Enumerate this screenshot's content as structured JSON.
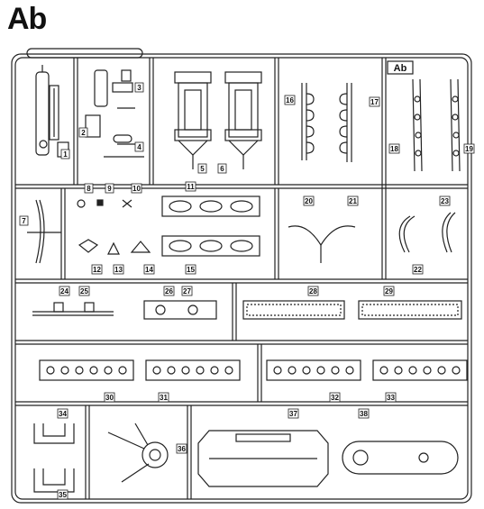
{
  "sheet": {
    "title": "Ab",
    "corner_label": "Ab",
    "part_numbers": [
      "1",
      "2",
      "3",
      "4",
      "5",
      "6",
      "7",
      "8",
      "9",
      "10",
      "11",
      "12",
      "13",
      "14",
      "15",
      "16",
      "17",
      "18",
      "19",
      "20",
      "21",
      "22",
      "23",
      "24",
      "25",
      "26",
      "27",
      "28",
      "29",
      "30",
      "31",
      "32",
      "33",
      "34",
      "35",
      "36",
      "37",
      "38"
    ]
  },
  "colors": {
    "ink": "#222222",
    "paper": "#ffffff"
  }
}
